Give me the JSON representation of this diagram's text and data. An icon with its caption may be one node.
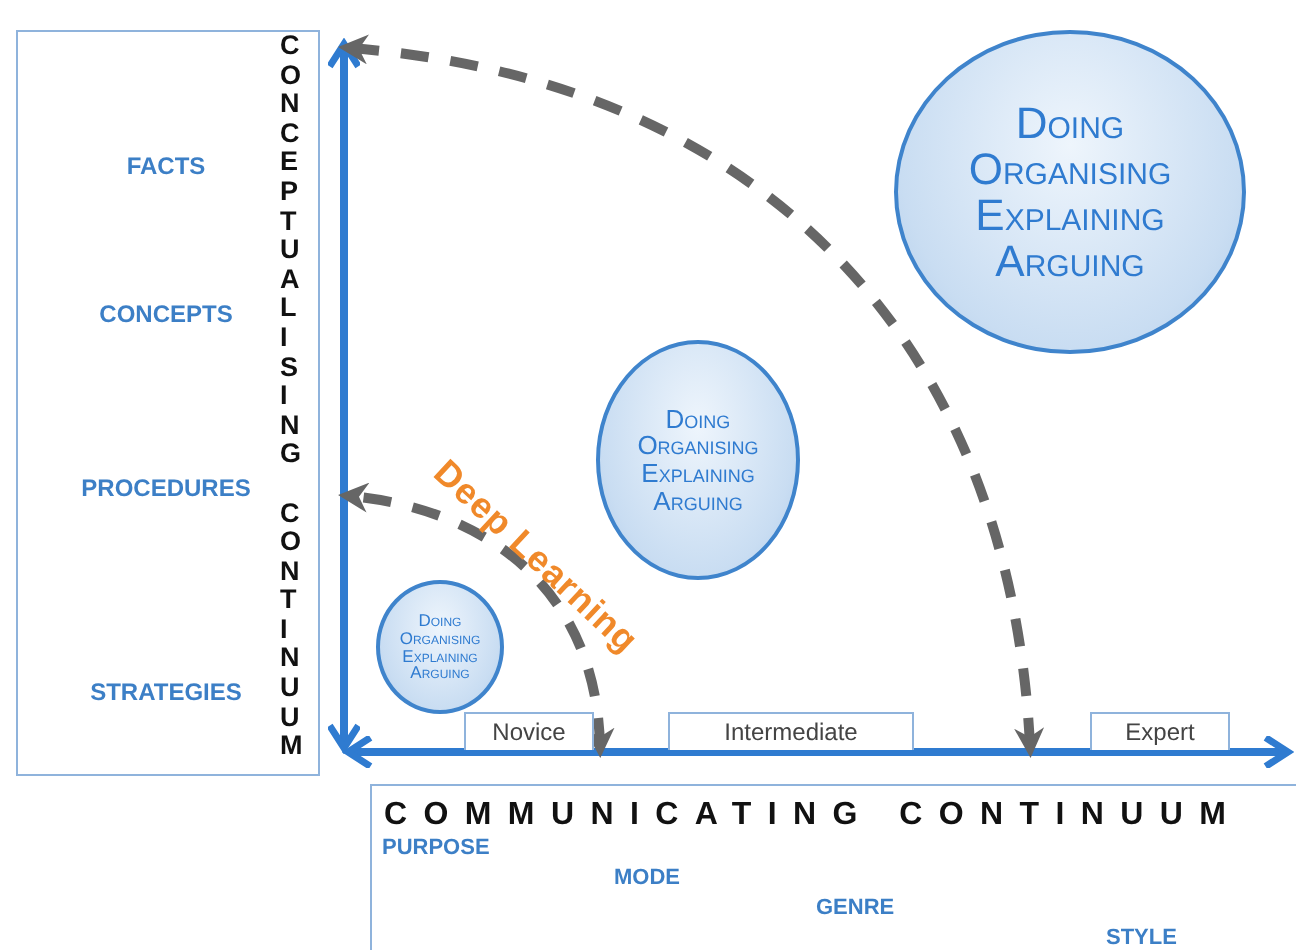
{
  "diagram": {
    "nodes": [
      {
        "text": [
          "FACTS",
          "CONCEPTS",
          "PROCEDURES",
          "STRATEGIES"
        ]
      },
      {
        "text": [
          "Doing",
          "Organising",
          "Explaining",
          "Arguing"
        ]
      },
      {
        "text": [
          "Doing",
          "Organising",
          "Explaining",
          "Arguing"
        ]
      },
      {
        "text": [
          "Doing",
          "Organising",
          "Explaining",
          "Arguing"
        ]
      },
      {
        "text": [
          "Novice"
        ]
      },
      {
        "text": [
          "Intermediate"
        ]
      },
      {
        "text": [
          "Expert"
        ]
      },
      {
        "text": [
          "COMMUNICATING CONTINUUM",
          "PURPOSE",
          "MODE",
          "GENRE",
          "STYLE"
        ]
      },
      {
        "text": [],
        "shape": "bar"
      },
      {
        "text": [],
        "shape": "bar"
      }
    ],
    "edges": [
      {
        "from": 9,
        "to": 8,
        "arrow": "both",
        "style": "dashed"
      },
      {
        "from": 9,
        "to": 8,
        "arrow": "both",
        "style": "dashed",
        "label": "Deep Learning"
      }
    ],
    "labels": [
      "CONCEPTUALISING CONTINUUM"
    ]
  }
}
